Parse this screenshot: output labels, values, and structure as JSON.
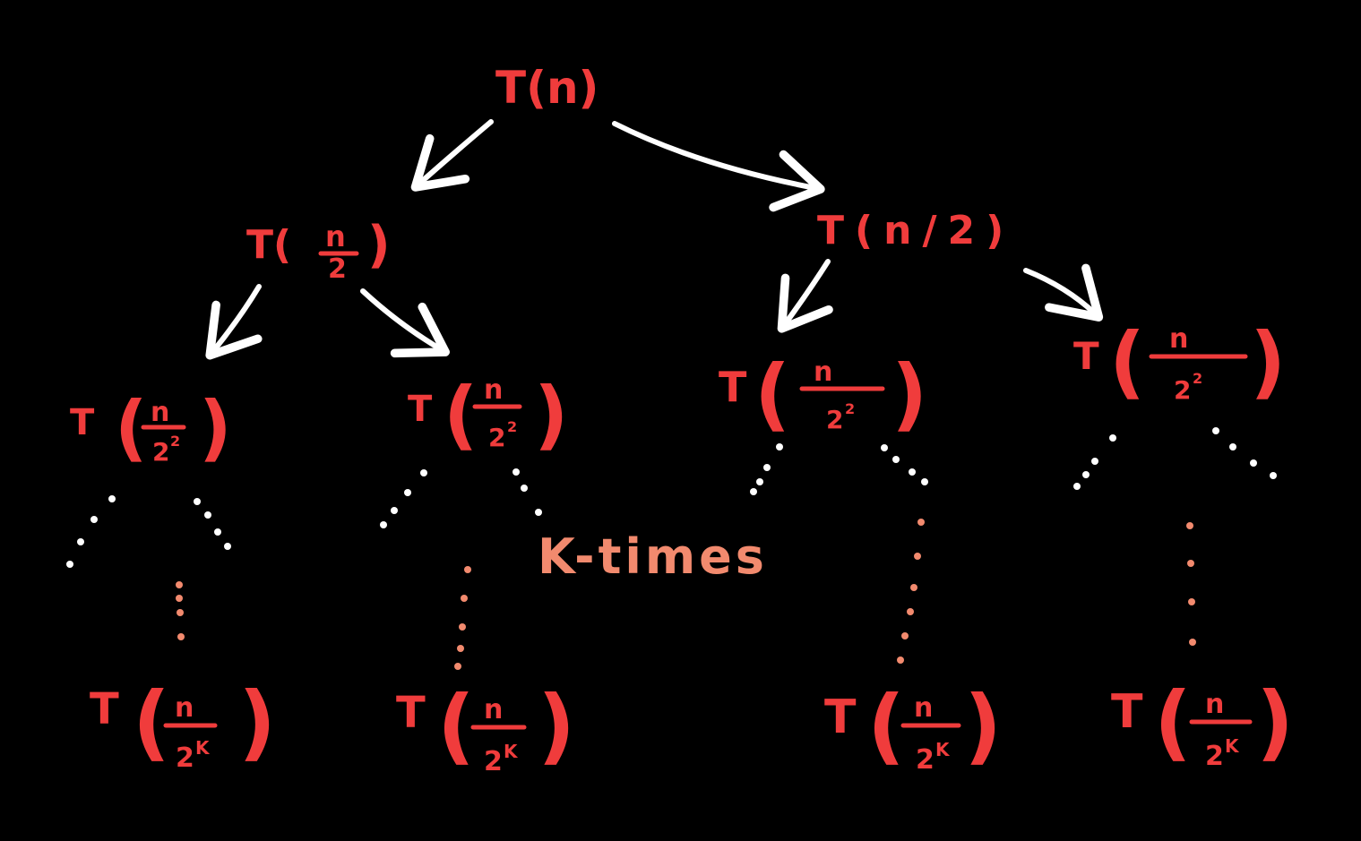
{
  "colors": {
    "node": "#f03c3c",
    "arrow": "#ffffff",
    "note": "#f28a6e",
    "background": "#000000"
  },
  "tree": {
    "root": {
      "label": "T(n)"
    },
    "level1": [
      {
        "label": "T(n/2)",
        "num": "n",
        "den": "2"
      },
      {
        "label": "T(n/2)"
      }
    ],
    "level2": [
      {
        "num": "n",
        "den_base": "2",
        "den_exp": "2"
      },
      {
        "num": "n",
        "den_base": "2",
        "den_exp": "2"
      },
      {
        "num": "n",
        "den_base": "2",
        "den_exp": "2"
      },
      {
        "num": "n",
        "den_base": "2",
        "den_exp": "2"
      }
    ],
    "leaves": [
      {
        "num": "n",
        "den_base": "2",
        "den_exp": "K"
      },
      {
        "num": "n",
        "den_base": "2",
        "den_exp": "K"
      },
      {
        "num": "n",
        "den_base": "2",
        "den_exp": "K"
      },
      {
        "num": "n",
        "den_base": "2",
        "den_exp": "K"
      }
    ],
    "depth_note": "K-times"
  }
}
